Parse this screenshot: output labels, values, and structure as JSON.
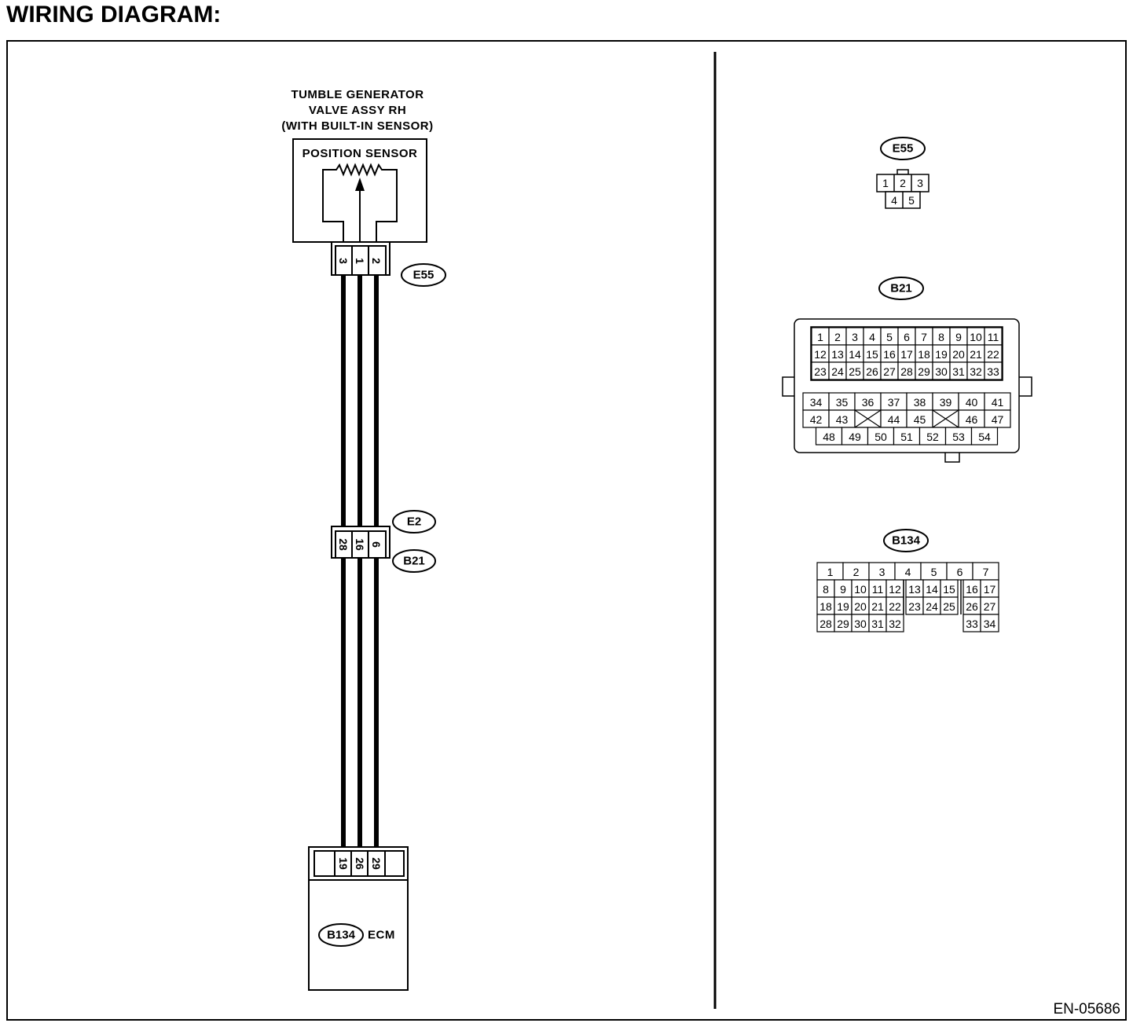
{
  "heading": "WIRING DIAGRAM:",
  "component": {
    "title_lines": [
      "TUMBLE GENERATOR",
      "VALVE ASSY RH",
      "(WITH BUILT-IN SENSOR)"
    ],
    "sensor_label": "POSITION SENSOR"
  },
  "left_connectors": {
    "sensor": {
      "tag": "E55",
      "pins": [
        "3",
        "1",
        "2"
      ]
    },
    "joint": {
      "tag_top": "E2",
      "tag_bottom": "B21",
      "pins": [
        "28",
        "16",
        "6"
      ]
    },
    "ecm": {
      "tag": "B134",
      "label": "ECM",
      "pins": [
        "19",
        "26",
        "29"
      ]
    }
  },
  "connector_views": {
    "e55": {
      "tag": "E55",
      "row1": [
        "1",
        "2",
        "3"
      ],
      "row2": [
        "4",
        "5"
      ]
    },
    "b21": {
      "tag": "B21",
      "upper": [
        [
          "1",
          "2",
          "3",
          "4",
          "5",
          "6",
          "7",
          "8",
          "9",
          "10",
          "11"
        ],
        [
          "12",
          "13",
          "14",
          "15",
          "16",
          "17",
          "18",
          "19",
          "20",
          "21",
          "22"
        ],
        [
          "23",
          "24",
          "25",
          "26",
          "27",
          "28",
          "29",
          "30",
          "31",
          "32",
          "33"
        ]
      ],
      "lower": [
        [
          "34",
          "35",
          "36",
          "37",
          "38",
          "39",
          "40",
          "41"
        ],
        [
          "42",
          "43",
          "",
          "44",
          "45",
          "",
          "46",
          "47"
        ],
        [
          "48",
          "49",
          "50",
          "51",
          "52",
          "53",
          "54"
        ]
      ]
    },
    "b134": {
      "tag": "B134",
      "row1": [
        "1",
        "2",
        "3",
        "4",
        "5",
        "6",
        "7"
      ],
      "rows": [
        [
          "8",
          "9",
          "10",
          "11",
          "12",
          "13",
          "14",
          "15",
          "16",
          "17"
        ],
        [
          "18",
          "19",
          "20",
          "21",
          "22",
          "23",
          "24",
          "25",
          "26",
          "27"
        ],
        [
          "28",
          "29",
          "30",
          "31",
          "32",
          "",
          "",
          "",
          "33",
          "34"
        ]
      ]
    }
  },
  "figure_code": "EN-05686"
}
